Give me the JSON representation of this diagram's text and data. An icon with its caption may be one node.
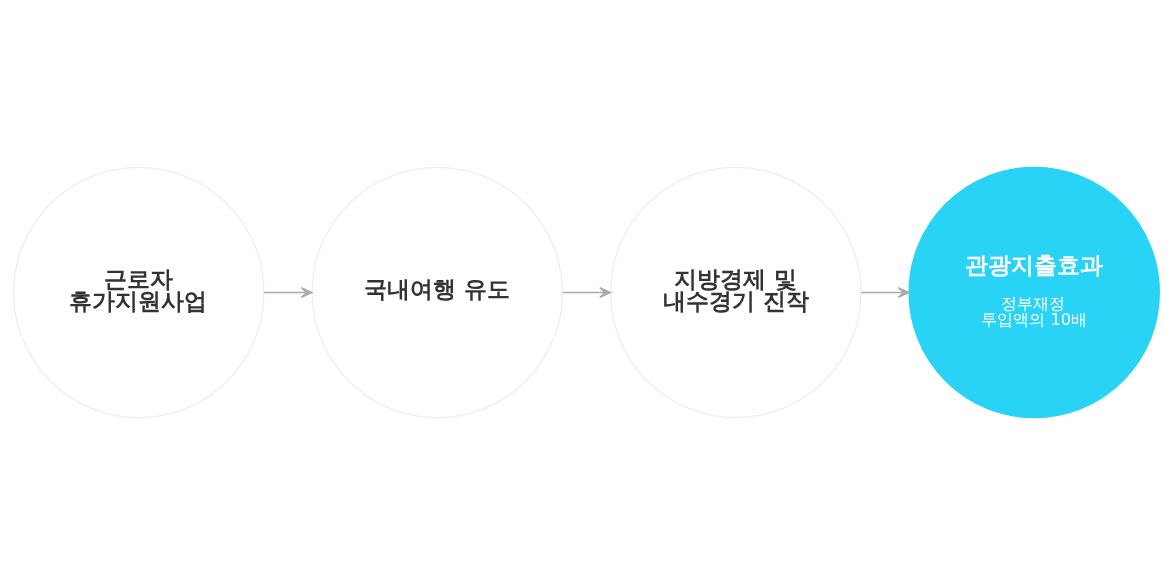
{
  "diagram": {
    "nodes": [
      {
        "text": [
          "근로자 휴가지원사업"
        ]
      },
      {
        "text": [
          "국내여행 유도"
        ]
      },
      {
        "text": [
          "지방경제 및 내수경기 진작"
        ]
      },
      {
        "text": [
          "관광지출효과",
          "정부재정 투입액의 10배"
        ]
      }
    ],
    "edges": [
      {
        "from": 0,
        "to": 1,
        "arrow": "to"
      },
      {
        "from": 1,
        "to": 2,
        "arrow": "to"
      },
      {
        "from": 2,
        "to": 3,
        "arrow": "to"
      }
    ]
  }
}
